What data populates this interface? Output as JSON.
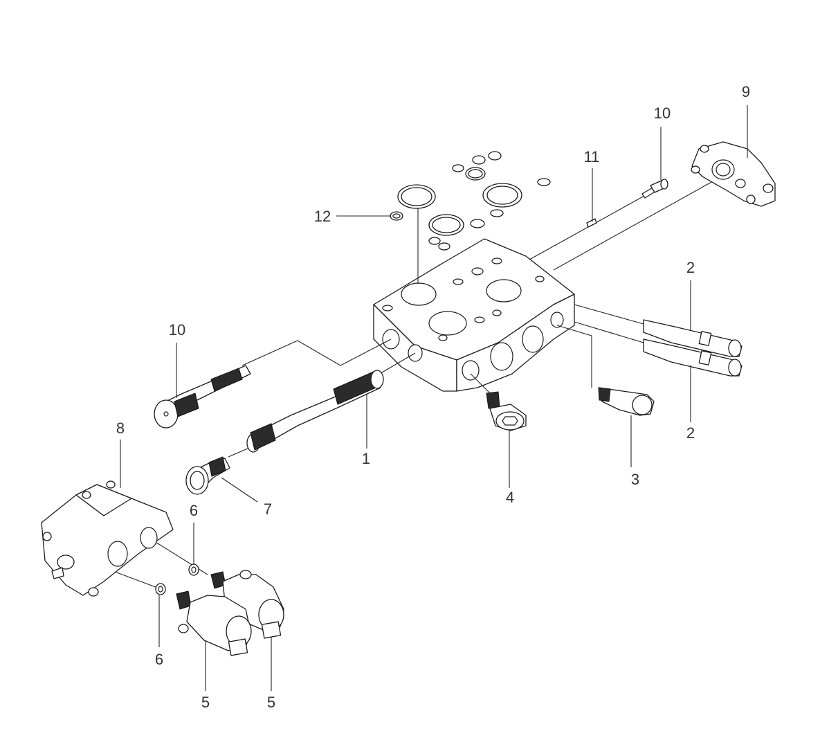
{
  "callouts": {
    "c1": "1",
    "c2a": "2",
    "c2b": "2",
    "c3": "3",
    "c4": "4",
    "c5a": "5",
    "c5b": "5",
    "c6a": "6",
    "c6b": "6",
    "c7": "7",
    "c8": "8",
    "c9": "9",
    "c10a": "10",
    "c10b": "10",
    "c11": "11",
    "c12": "12"
  }
}
